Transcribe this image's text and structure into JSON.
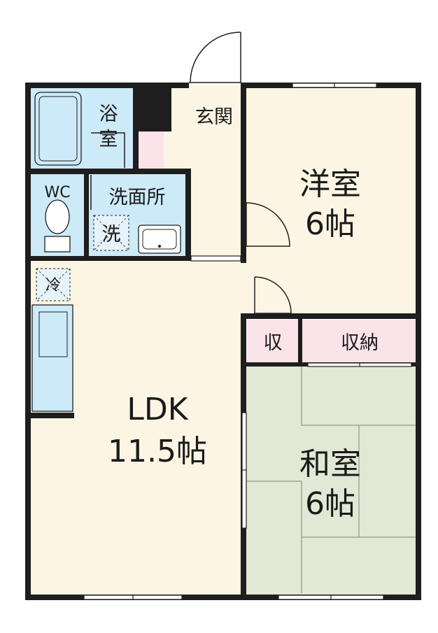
{
  "rooms": {
    "western": {
      "name": "洋室",
      "size": "6帖"
    },
    "japanese": {
      "name": "和室",
      "size": "6帖"
    },
    "ldk": {
      "name": "LDK",
      "size": "11.5帖"
    },
    "bath": {
      "line1": "浴",
      "line2": "室"
    },
    "wc": {
      "name": "WC"
    },
    "washroom": {
      "name": "洗面所"
    },
    "entrance": {
      "name": "玄関"
    },
    "closet_small": {
      "name": "収"
    },
    "closet": {
      "name": "収納"
    }
  },
  "fixtures": {
    "washer": "洗",
    "fridge": "冷"
  },
  "colors": {
    "wall": "#1e1e1e",
    "floor": "#fcf5e4",
    "wet_area": "#cdeaf8",
    "storage": "#fbe3ea",
    "tatami": "#e2e8d5",
    "tatami_line": "#8a9a80",
    "window": "#ffffff"
  }
}
